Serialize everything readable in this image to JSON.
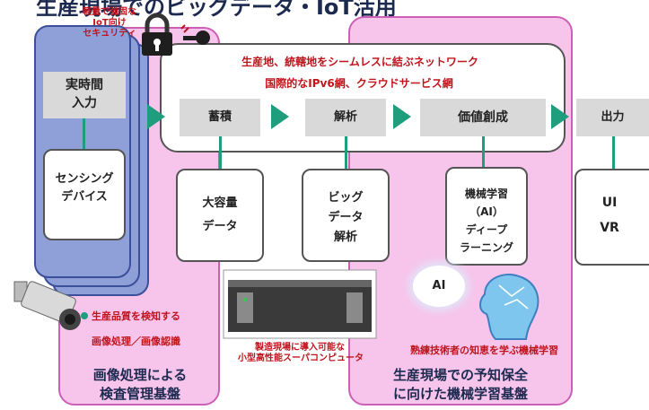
{
  "header": {
    "title_partial": "生産現場でのビッグデータ・IoT活用"
  },
  "security": {
    "caption": "軽量で強固な\nIoT向け\nセキュリティ"
  },
  "network": {
    "line1": "生産地、統轄地をシームレスに結ぶネットワーク",
    "line2": "国際的なIPv6網、クラウドサービス網"
  },
  "pipeline": {
    "input": "実時間\n入力",
    "stage1": "蓄積",
    "stage2": "解析",
    "stage3": "価値創成",
    "output": "出力"
  },
  "boxes": {
    "sensing": "センシング\nデバイス",
    "storage": "大容量\nデータ",
    "bigdata": "ビッグ\nデータ\n解析",
    "ml": "機械学習\n（AI）\nディープ\nラーニング",
    "ui_line1": "UI",
    "ui_line2": "VR"
  },
  "notes": {
    "camera_line1": "生産品質を検知する",
    "camera_line2": "画像処理／画像認識",
    "server_line1": "製造現場に導入可能な",
    "server_line2": "小型高性能スーパコンピュータ",
    "ai_label": "AI",
    "expert": "熟練技術者の知恵を学ぶ機械学習"
  },
  "platforms": {
    "left": "画像処理による\n検査管理基盤",
    "right": "生産現場での予知保全\nに向けた機械学習基盤"
  },
  "colors": {
    "pink_fill": "#f7c4ec",
    "pink_border": "#cc5fb6",
    "blue_fill": "#8fa0d8",
    "arrow_green": "#1f9e7e",
    "red_text": "#c0141c",
    "navy_text": "#1c2a50"
  },
  "icons": [
    "padlock-icon",
    "key-icon",
    "camera-icon",
    "server-icon",
    "ai-head-icon",
    "ai-bubble-icon"
  ]
}
